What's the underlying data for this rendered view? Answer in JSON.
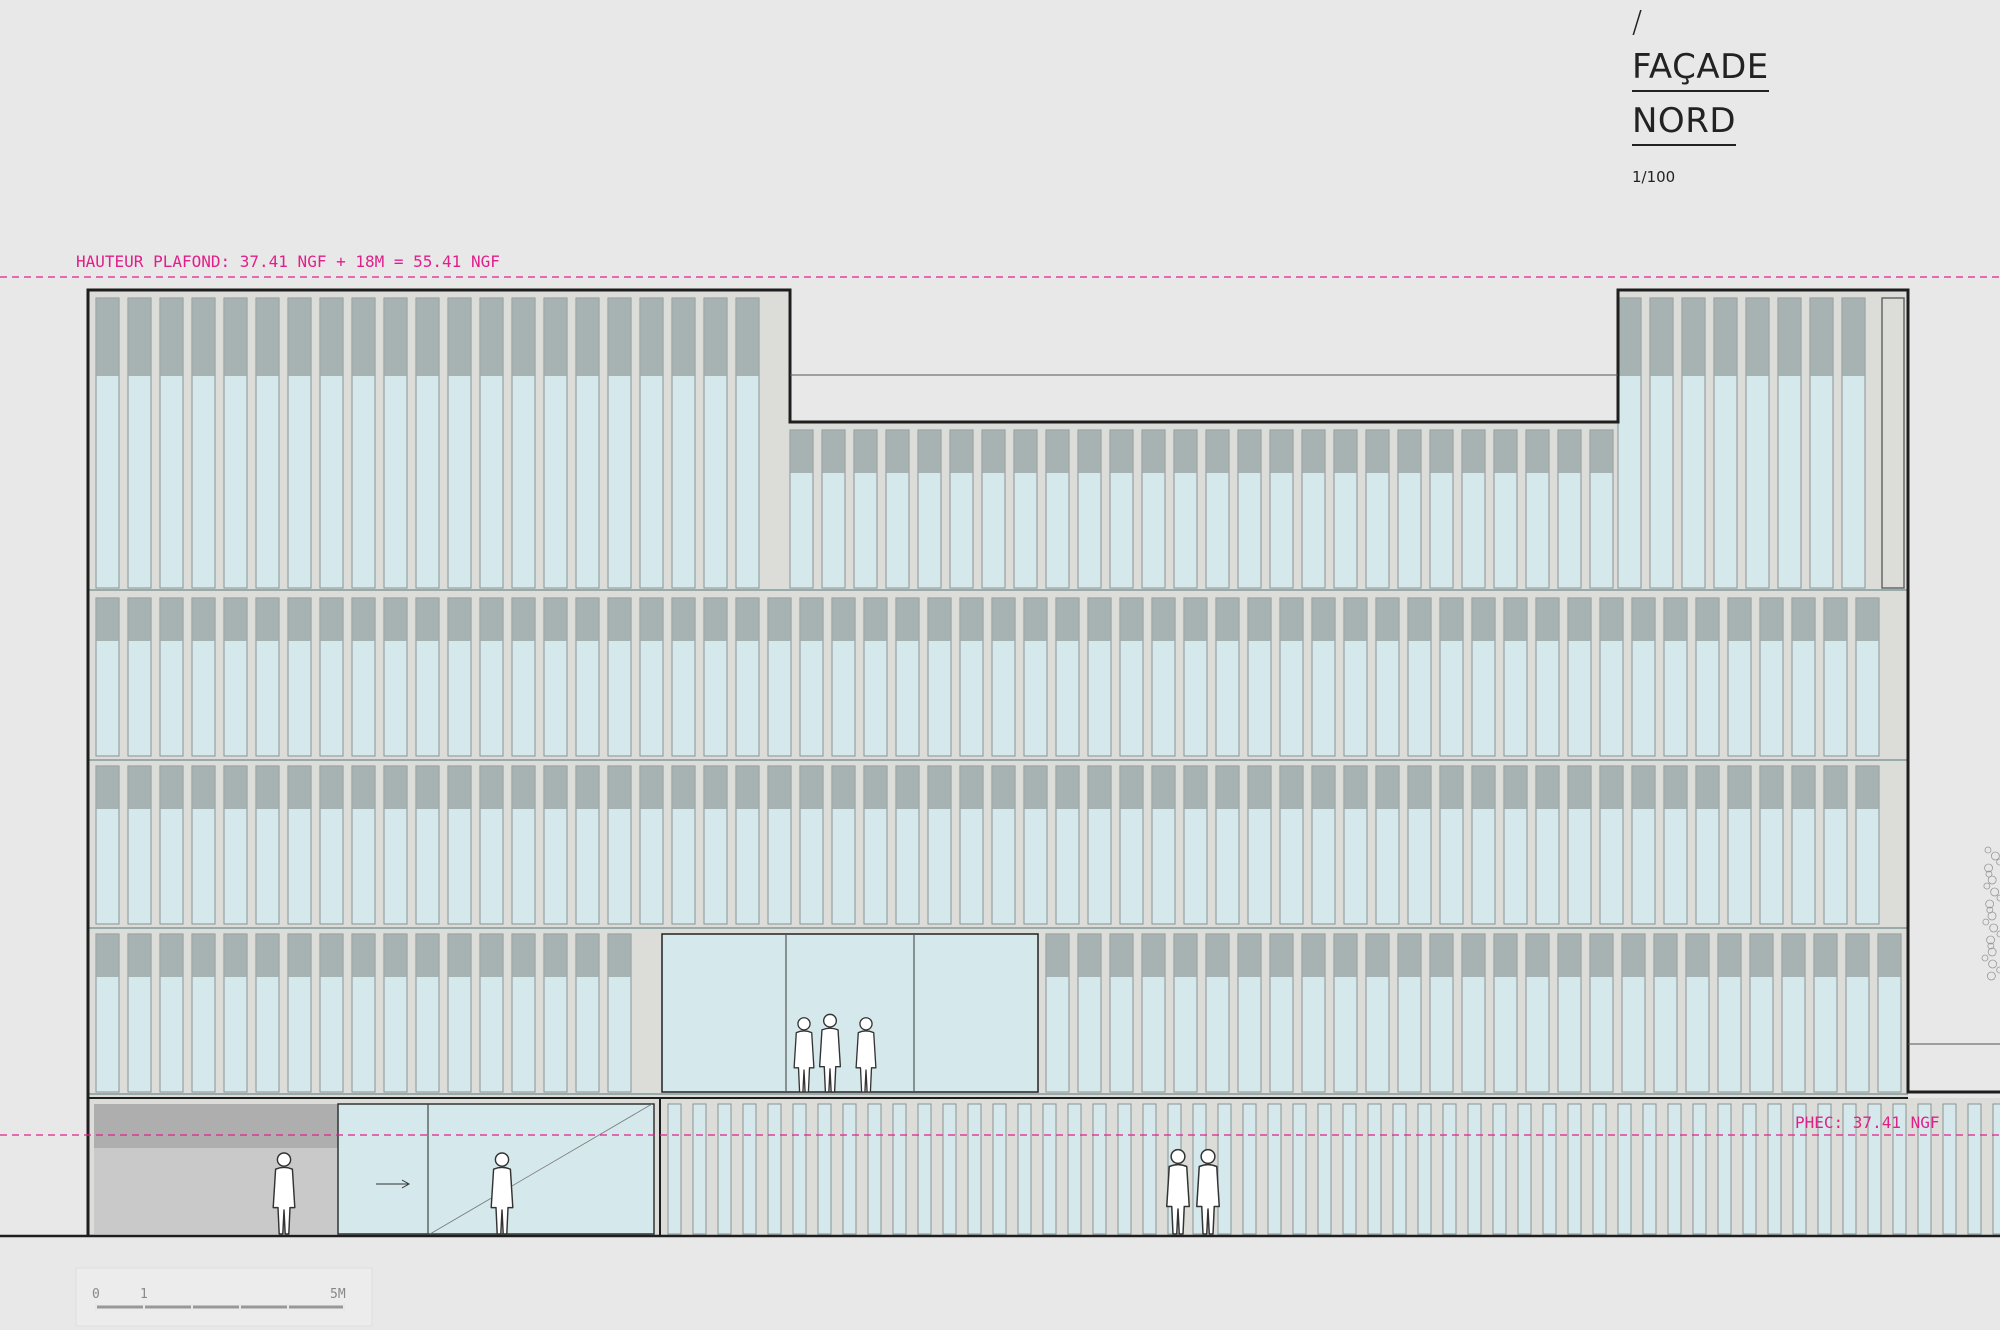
{
  "title": {
    "slash": "/",
    "line1": "FAÇADE",
    "line2": "NORD",
    "scale": "1/100"
  },
  "annotations": {
    "ceiling": "HAUTEUR PLAFOND: 37.41 NGF + 18M = 55.41 NGF",
    "phec": "PHEC: 37.41 NGF"
  },
  "scale_bar": {
    "zero": "0",
    "one": "1",
    "five": "5M"
  },
  "colors": {
    "background": "#e8e8e8",
    "glass": "#d5e9ec",
    "shadow": "#9fa8a8",
    "frame": "#dcdcd8",
    "line": "#1e1e1e",
    "annotation": "#e0208a"
  }
}
